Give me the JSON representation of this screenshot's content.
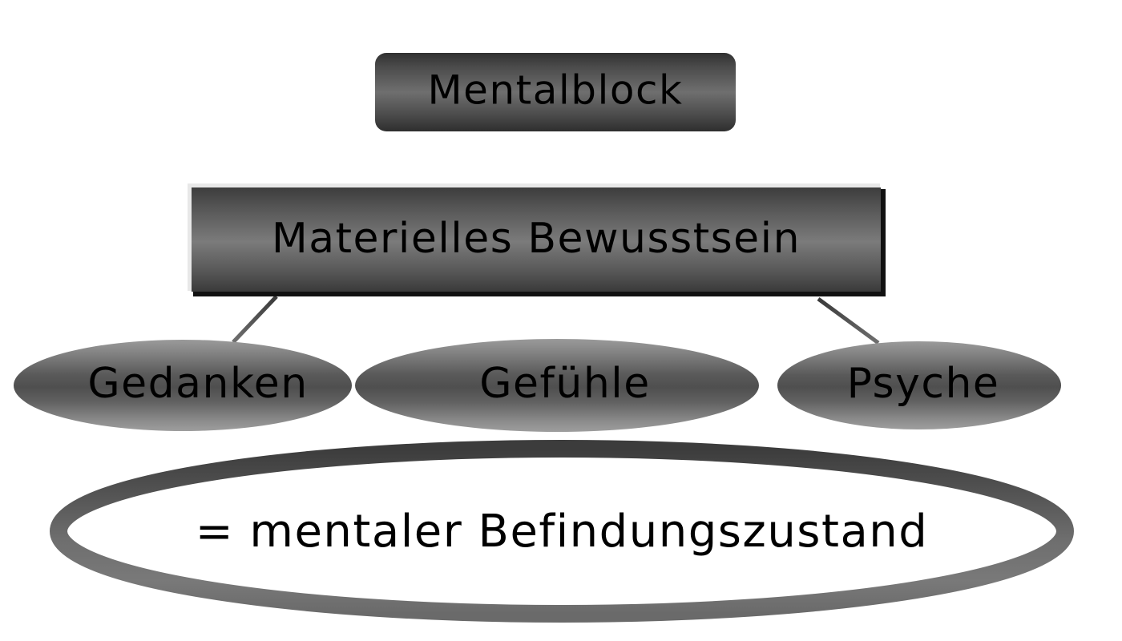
{
  "diagram": {
    "title": "Mentalblock",
    "background_color": "#ffffff",
    "text_color": "#000000",
    "node_fill_dark": "#3a3a3a",
    "node_fill_light": "#8c8c8c",
    "outline_color": "#646464",
    "connector_color": "#4a4a4a",
    "nodes": {
      "top_box": {
        "label": "Mentalblock",
        "shape": "rounded-rectangle"
      },
      "second_box": {
        "label": "Materielles Bewusstsein",
        "shape": "rectangle"
      },
      "ellipse_left": {
        "label": "Gedanken",
        "shape": "ellipse"
      },
      "ellipse_center": {
        "label": "Gefühle",
        "shape": "ellipse"
      },
      "ellipse_right": {
        "label": "Psyche",
        "shape": "ellipse"
      },
      "bottom_ellipse": {
        "label": "= mentaler Befindungszustand",
        "shape": "ellipse-outline"
      }
    },
    "connectors": [
      {
        "name": "mentalblock-to-bewusstsein",
        "from": "top_box",
        "to": "second_box",
        "style": "vertical-line"
      },
      {
        "name": "bewusstsein-to-gedanken",
        "from": "second_box",
        "to": "ellipse_left",
        "style": "diagonal-line"
      },
      {
        "name": "bewusstsein-to-gefuehle",
        "from": "second_box",
        "to": "ellipse_center",
        "style": "vertical-line"
      },
      {
        "name": "bewusstsein-to-psyche",
        "from": "second_box",
        "to": "ellipse_right",
        "style": "diagonal-line"
      },
      {
        "name": "gefuehle-to-befindungszustand",
        "from": "ellipse_center",
        "to": "bottom_ellipse",
        "style": "vertical-line"
      }
    ]
  }
}
